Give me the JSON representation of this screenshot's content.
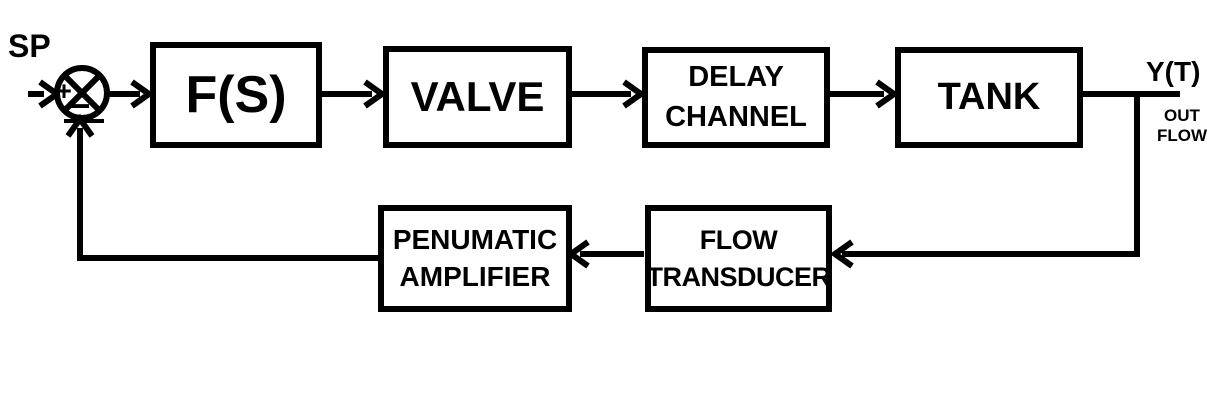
{
  "diagram": {
    "input_label": "SP",
    "summing_junction": {
      "plus_sign": "+",
      "minus_sign": "−"
    },
    "blocks": {
      "controller": {
        "label": "F(S)"
      },
      "valve": {
        "label": "VALVE"
      },
      "delay_channel": {
        "line1": "DELAY",
        "line2": "CHANNEL"
      },
      "tank": {
        "label": "TANK"
      },
      "pneumatic_amplifier": {
        "line1": "PENUMATIC",
        "line2": "AMPLIFIER"
      },
      "flow_transducer": {
        "line1": "FLOW",
        "line2": "TRANSDUCER"
      }
    },
    "output_label": "Y(T)",
    "output_sublabel": {
      "line1": "OUT",
      "line2": "FLOW"
    },
    "colors": {
      "line": "#000000",
      "background": "#ffffff"
    }
  }
}
